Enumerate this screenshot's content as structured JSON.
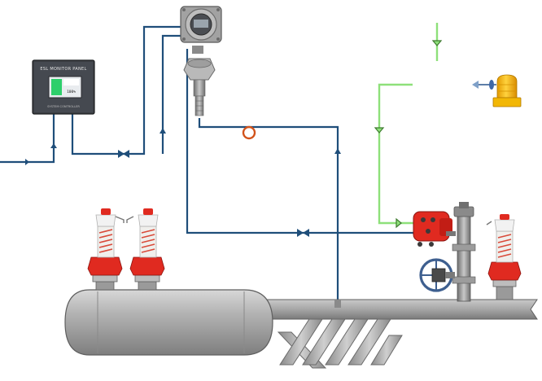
{
  "panel": {
    "title": "ESL MONITOR PANEL",
    "footer": "SYSTEM CONTROLLER",
    "screen_value": "100%"
  },
  "colors": {
    "signal_line": "#1f4e7a",
    "air_line": "#8ee07a",
    "vessel": "#a8a8a8",
    "valve_red": "#e02a20",
    "beacon": "#f2b705",
    "bursting_ring": "#d2531b"
  },
  "components": [
    "control-panel-icon",
    "explosion-proof-transmitter-icon",
    "pressure-sensor-icon",
    "safety-relief-valve-icon",
    "solenoid-actuator-valve-icon",
    "handwheel-icon",
    "warning-beacon-icon",
    "pressure-vessel-icon",
    "coiled-pipe-icon"
  ]
}
